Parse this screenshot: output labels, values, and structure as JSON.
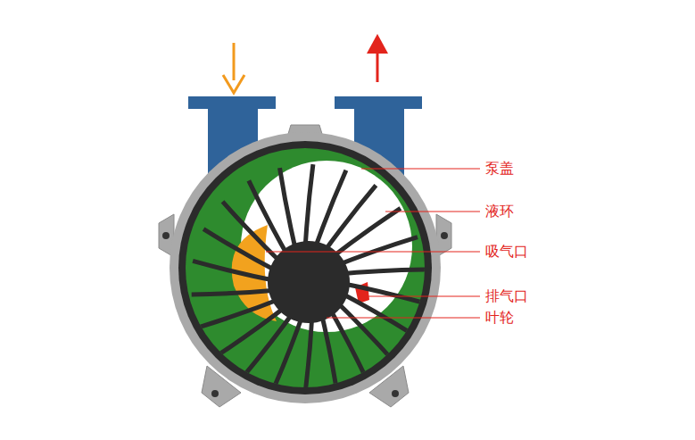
{
  "diagram": {
    "labels": [
      "泵盖",
      "液环",
      "吸气口",
      "排气口",
      "叶轮"
    ]
  }
}
